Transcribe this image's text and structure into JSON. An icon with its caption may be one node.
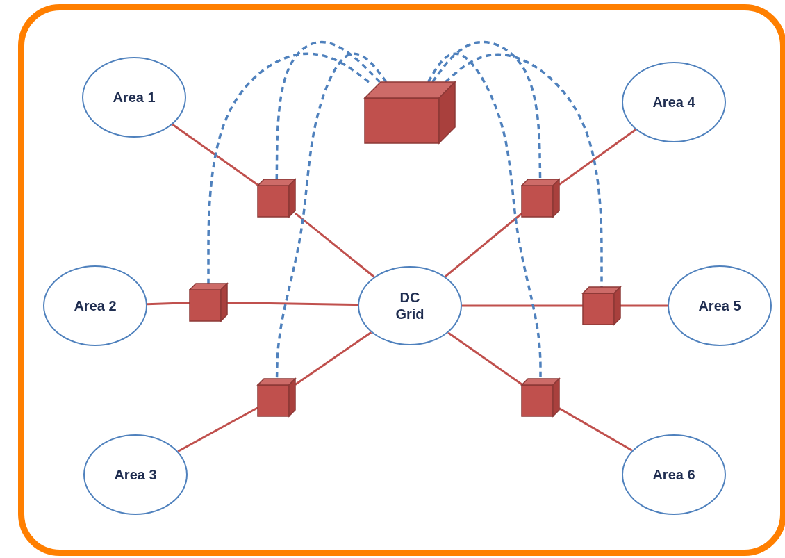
{
  "diagram": {
    "nodes": [
      {
        "text": [
          "Area 1"
        ]
      },
      {
        "text": [],
        "shape": "box"
      },
      {
        "text": [
          "Area 4"
        ]
      },
      {
        "text": [],
        "shape": "box"
      },
      {
        "text": [],
        "shape": "box"
      },
      {
        "text": [
          "Area 2"
        ]
      },
      {
        "text": [],
        "shape": "box"
      },
      {
        "text": [
          "DC Grid"
        ]
      },
      {
        "text": [],
        "shape": "box"
      },
      {
        "text": [
          "Area 5"
        ]
      },
      {
        "text": [],
        "shape": "box"
      },
      {
        "text": [],
        "shape": "box"
      },
      {
        "text": [
          "Area 3"
        ]
      },
      {
        "text": [
          "Area 6"
        ]
      }
    ],
    "edges": [
      {
        "from": 0,
        "to": 3,
        "arrow": "none"
      },
      {
        "from": 3,
        "to": 7,
        "arrow": "none"
      },
      {
        "from": 2,
        "to": 4,
        "arrow": "none"
      },
      {
        "from": 4,
        "to": 7,
        "arrow": "none"
      },
      {
        "from": 5,
        "to": 6,
        "arrow": "none"
      },
      {
        "from": 6,
        "to": 7,
        "arrow": "none"
      },
      {
        "from": 7,
        "to": 8,
        "arrow": "none"
      },
      {
        "from": 8,
        "to": 9,
        "arrow": "none"
      },
      {
        "from": 12,
        "to": 10,
        "arrow": "none"
      },
      {
        "from": 10,
        "to": 7,
        "arrow": "none"
      },
      {
        "from": 7,
        "to": 11,
        "arrow": "none"
      },
      {
        "from": 11,
        "to": 13,
        "arrow": "none"
      },
      {
        "from": 1,
        "to": 3,
        "arrow": "none",
        "style": "dashed",
        "color": "#4f81bd"
      },
      {
        "from": 1,
        "to": 6,
        "arrow": "none",
        "style": "dashed",
        "color": "#4f81bd"
      },
      {
        "from": 1,
        "to": 10,
        "arrow": "none",
        "style": "dashed",
        "color": "#4f81bd"
      },
      {
        "from": 1,
        "to": 4,
        "arrow": "none",
        "style": "dashed",
        "color": "#4f81bd"
      },
      {
        "from": 1,
        "to": 8,
        "arrow": "none",
        "style": "dashed",
        "color": "#4f81bd"
      },
      {
        "from": 1,
        "to": 11,
        "arrow": "none",
        "style": "dashed",
        "color": "#4f81bd"
      }
    ]
  }
}
